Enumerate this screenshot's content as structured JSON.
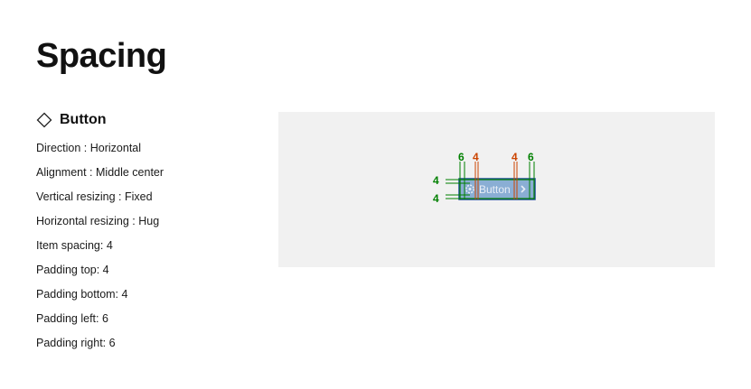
{
  "page": {
    "title": "Spacing"
  },
  "component": {
    "name": "Button",
    "icon": "diamond-outline-icon",
    "properties": [
      "Direction : Horizontal",
      "Alignment : Middle center",
      "Vertical resizing : Fixed",
      "Horizontal resizing : Hug",
      "Item spacing: 4",
      "Padding top: 4",
      "Padding bottom: 4",
      "Padding left: 6",
      "Padding right: 6"
    ]
  },
  "preview": {
    "button_label": "Button",
    "leading_icon": "gear-icon",
    "trailing_icon": "chevron-right-icon",
    "padding_left": "6",
    "item_spacing_left": "4",
    "item_spacing_right": "4",
    "padding_right": "6",
    "padding_top": "4",
    "padding_bottom": "4",
    "colors": {
      "padding": "#008000",
      "spacing": "#cc4400",
      "button_fill": "#8aaed4",
      "button_border": "#1f4e9a",
      "canvas": "#f1f1f1"
    }
  }
}
